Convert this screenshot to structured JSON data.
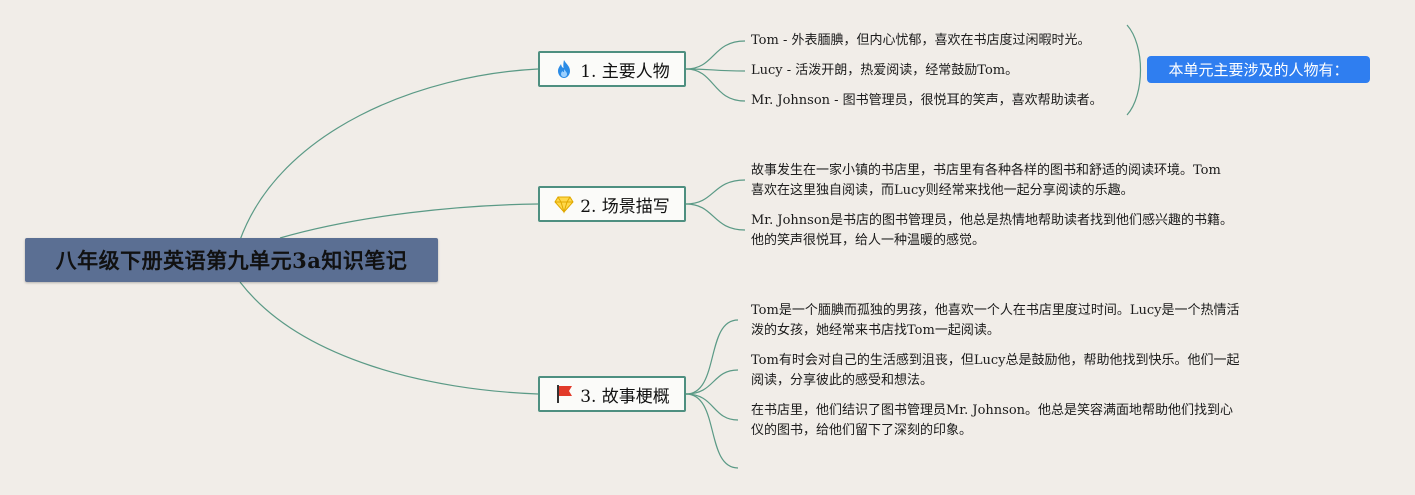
{
  "root": {
    "title": "八年级下册英语第九单元3a知识笔记"
  },
  "branches": [
    {
      "label": "1. 主要人物",
      "icon": "fire-icon",
      "summary_tag": "本单元主要涉及的人物有：",
      "items": [
        "Tom - 外表腼腆，但内心忧郁，喜欢在书店度过闲暇时光。",
        "Lucy - 活泼开朗，热爱阅读，经常鼓励Tom。",
        "Mr. Johnson - 图书管理员，很悦耳的笑声，喜欢帮助读者。"
      ]
    },
    {
      "label": "2. 场景描写",
      "icon": "diamond-icon",
      "items": [
        "故事发生在一家小镇的书店里，书店里有各种各样的图书和舒适的阅读环境。Tom喜欢在这里独自阅读，而Lucy则经常来找他一起分享阅读的乐趣。",
        "Mr. Johnson是书店的图书管理员，他总是热情地帮助读者找到他们感兴趣的书籍。他的笑声很悦耳，给人一种温暖的感觉。"
      ]
    },
    {
      "label": "3. 故事梗概",
      "icon": "red-flag-icon",
      "items": [
        "Tom是一个腼腆而孤独的男孩，他喜欢一个人在书店里度过时间。Lucy是一个热情活泼的女孩，她经常来书店找Tom一起阅读。",
        "Tom有时会对自己的生活感到沮丧，但Lucy总是鼓励他，帮助他找到快乐。他们一起阅读，分享彼此的感受和想法。",
        "在书店里，他们结识了图书管理员Mr. Johnson。他总是笑容满面地帮助他们找到心仪的图书，给他们留下了深刻的印象。"
      ]
    }
  ],
  "colors": {
    "background": "#f1ede8",
    "root_fill": "#5b6f93",
    "branch_border": "#4e8f80",
    "connector": "#5b9a86",
    "tag_fill": "#2f7ef0"
  }
}
